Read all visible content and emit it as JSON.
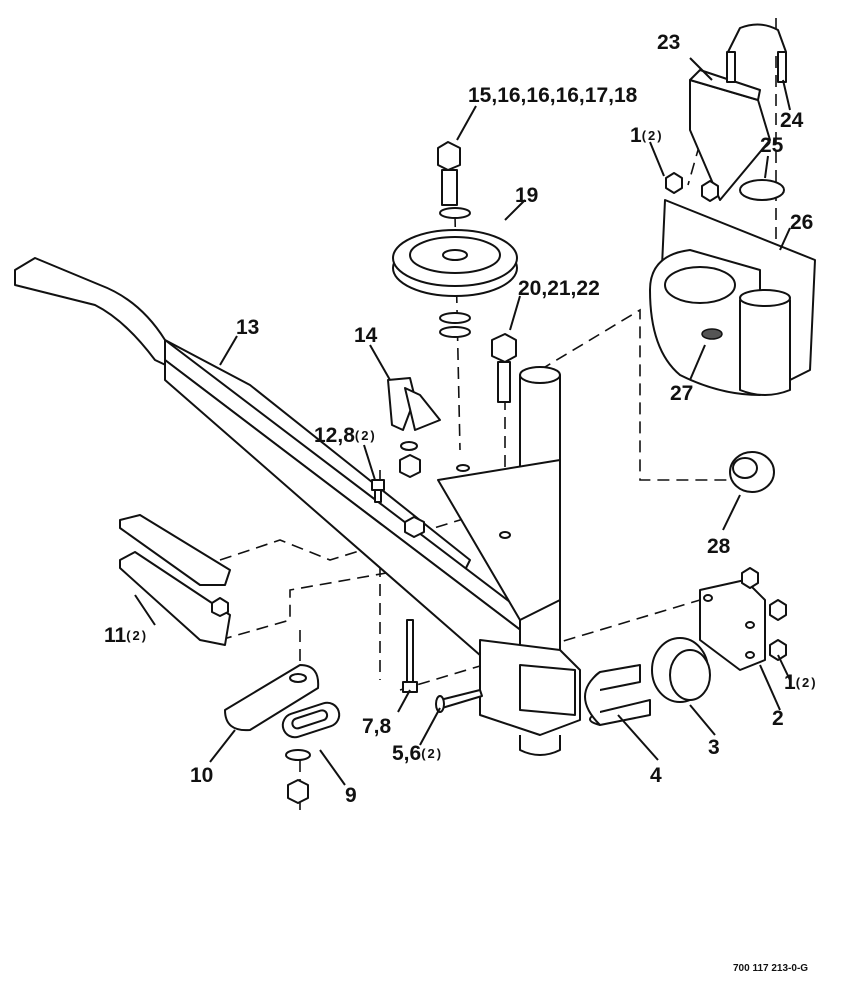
{
  "callouts": [
    {
      "id": "c23",
      "label": "23",
      "qty": ""
    },
    {
      "id": "c24",
      "label": "24",
      "qty": ""
    },
    {
      "id": "c25",
      "label": "25",
      "qty": ""
    },
    {
      "id": "c1a",
      "label": "1",
      "qty": "(2)"
    },
    {
      "id": "c15",
      "label": "15,16,16,16,17,18",
      "qty": ""
    },
    {
      "id": "c19",
      "label": "19",
      "qty": ""
    },
    {
      "id": "c26",
      "label": "26",
      "qty": ""
    },
    {
      "id": "c20",
      "label": "20,21,22",
      "qty": ""
    },
    {
      "id": "c13",
      "label": "13",
      "qty": ""
    },
    {
      "id": "c14",
      "label": "14",
      "qty": ""
    },
    {
      "id": "c27",
      "label": "27",
      "qty": ""
    },
    {
      "id": "c12",
      "label": "12,8",
      "qty": "(2)"
    },
    {
      "id": "c28",
      "label": "28",
      "qty": ""
    },
    {
      "id": "c11",
      "label": "11",
      "qty": "(2)"
    },
    {
      "id": "c1b",
      "label": "1",
      "qty": "(2)"
    },
    {
      "id": "c2",
      "label": "2",
      "qty": ""
    },
    {
      "id": "c78",
      "label": "7,8",
      "qty": ""
    },
    {
      "id": "c10",
      "label": "10",
      "qty": ""
    },
    {
      "id": "c3",
      "label": "3",
      "qty": ""
    },
    {
      "id": "c56",
      "label": "5,6",
      "qty": "(2)"
    },
    {
      "id": "c9",
      "label": "9",
      "qty": ""
    },
    {
      "id": "c4",
      "label": "4",
      "qty": ""
    }
  ],
  "drawing_number": "700 117 213-0-G"
}
